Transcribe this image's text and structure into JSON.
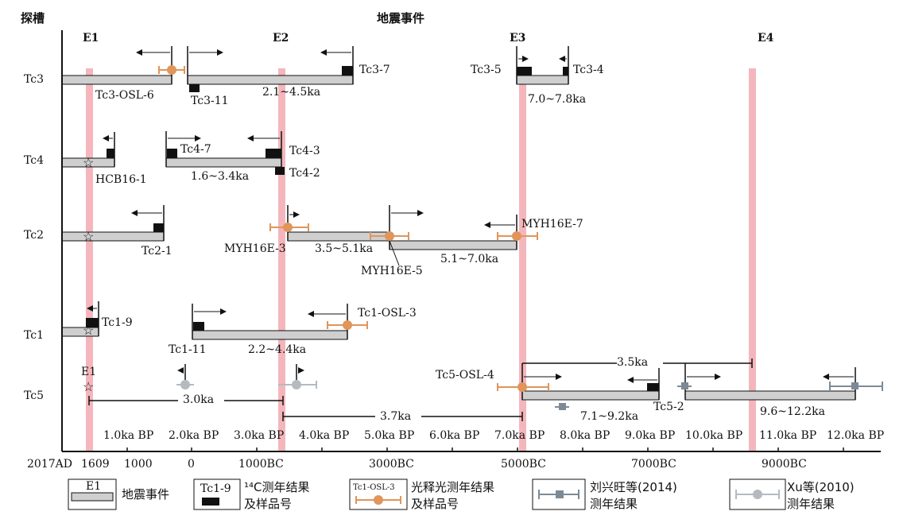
{
  "headers": {
    "trench": "探槽",
    "events_title": "地震事件"
  },
  "events": [
    "E1",
    "E2",
    "E3",
    "E4"
  ],
  "trenches": [
    "Tc3",
    "Tc4",
    "Tc2",
    "Tc1",
    "Tc5"
  ],
  "axis": {
    "bp_labels": [
      "1.0ka BP",
      "2.0ka BP",
      "3.0ka BP",
      "4.0ka BP",
      "5.0ka BP",
      "6.0ka BP",
      "7.0ka BP",
      "8.0ka BP",
      "9.0ka BP",
      "10.0ka BP",
      "11.0ka BP",
      "12.0ka BP"
    ],
    "date_labels": [
      "2017AD",
      "1609",
      "1000",
      "0",
      "1000BC",
      "3000BC",
      "5000BC",
      "7000BC",
      "9000BC"
    ]
  },
  "samples": {
    "tc3_osl6": "Tc3-OSL-6",
    "tc3_11": "Tc3-11",
    "tc3_range_a": "2.1~4.5ka",
    "tc3_7": "Tc3-7",
    "tc3_5": "Tc3-5",
    "tc3_4": "Tc3-4",
    "tc3_range_b": "7.0~7.8ka",
    "hcb": "HCB16-1",
    "tc4_7": "Tc4-7",
    "tc4_3": "Tc4-3",
    "tc4_2": "Tc4-2",
    "tc4_range": "1.6~3.4ka",
    "tc2_1": "Tc2-1",
    "myh3": "MYH16E-3",
    "tc2_range_a": "3.5~5.1ka",
    "myh5": "MYH16E-5",
    "tc2_range_b": "5.1~7.0ka",
    "myh7": "MYH16E-7",
    "tc1_9": "Tc1-9",
    "tc1_11": "Tc1-11",
    "tc1_range": "2.2~4.4ka",
    "tc1_osl3": "Tc1-OSL-3",
    "tc5_e1": "E1",
    "tc5_30": "3.0ka",
    "tc5_37": "3.7ka",
    "tc5_35": "3.5ka",
    "tc5_osl4": "Tc5-OSL-4",
    "tc5_range_a": "7.1~9.2ka",
    "tc5_2": "Tc5-2",
    "tc5_range_b": "9.6~12.2ka"
  },
  "legend": {
    "event_box": "E1",
    "event_text": "地震事件",
    "c14_box": "Tc1-9",
    "c14_text1": "¹⁴C测年结果",
    "c14_text2": "及样品号",
    "osl_box": "Tc1-OSL-3",
    "osl_text1": "光释光测年结果",
    "osl_text2": "及样品号",
    "liu_text1": "刘兴旺等(2014)",
    "liu_text2": "测年结果",
    "xu_text1": "Xu等(2010)",
    "xu_text2": "测年结果"
  },
  "colors": {
    "event_band": "#f4b6bc",
    "bar_fill": "#cfcfcf",
    "osl": "#e0955a",
    "liu": "#7d8a96",
    "xu": "#b4bac0",
    "ink": "#111111"
  }
}
